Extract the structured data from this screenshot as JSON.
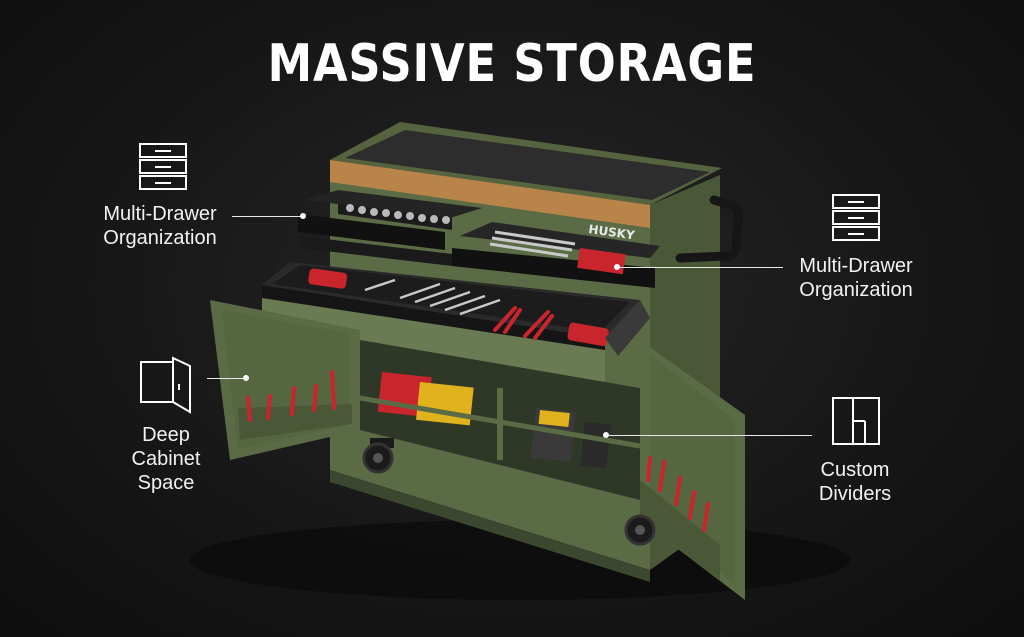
{
  "title": "MASSIVE STORAGE",
  "brand": "HUSKY",
  "callouts": [
    {
      "id": "top-left",
      "lines": [
        "Multi-Drawer",
        "Organization"
      ],
      "icon": "drawers-icon"
    },
    {
      "id": "top-right",
      "lines": [
        "Multi-Drawer",
        "Organization"
      ],
      "icon": "drawers-icon"
    },
    {
      "id": "left",
      "lines": [
        "Deep",
        "Cabinet",
        "Space"
      ],
      "icon": "cabinet-door-icon"
    },
    {
      "id": "right",
      "lines": [
        "Custom",
        "Dividers"
      ],
      "icon": "divider-panel-icon"
    }
  ],
  "colors": {
    "background": "#161616",
    "cabinet_green": "#5b6b45",
    "tool_red": "#c8262c",
    "wood_trim": "#b8844a",
    "text": "#ffffff"
  }
}
